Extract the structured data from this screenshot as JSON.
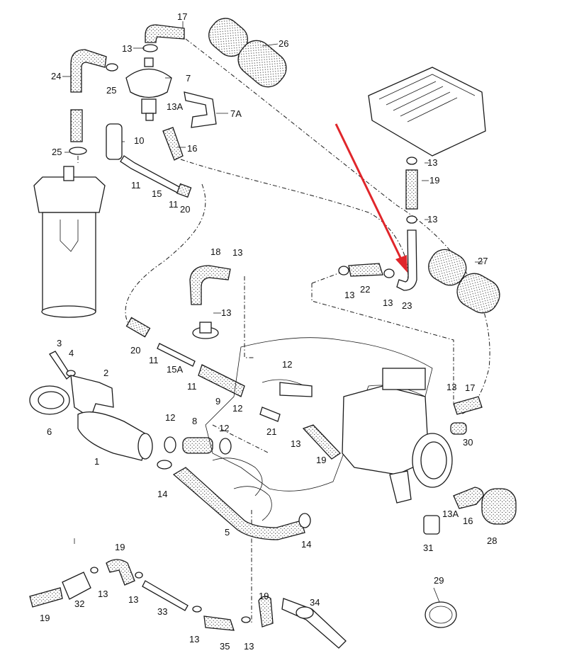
{
  "arrow_color": "#e0262b",
  "callouts": {
    "p1": "1",
    "p2": "2",
    "p3": "3",
    "p4": "4",
    "p5": "5",
    "p6": "6",
    "p7": "7",
    "p7a": "7A",
    "p8": "8",
    "p9": "9",
    "p10": "10",
    "p11a": "11",
    "p11b": "11",
    "p11c": "11",
    "p11d": "11",
    "p12a": "12",
    "p12b": "12",
    "p12c": "12",
    "p12d": "12",
    "p13a": "13",
    "p13b": "13",
    "p13c": "13",
    "p13d": "13",
    "p13e": "13",
    "p13f": "13",
    "p13g": "13",
    "p13h": "13",
    "p13i": "13",
    "p13j": "13",
    "p13k": "13",
    "p13l": "13",
    "p13m": "13",
    "p13a_a": "13A",
    "p13a_b": "13A",
    "p14a": "14",
    "p14b": "14",
    "p15": "15",
    "p15a": "15A",
    "p16a": "16",
    "p16b": "16",
    "p17a": "17",
    "p17b": "17",
    "p18": "18",
    "p19a": "19",
    "p19b": "19",
    "p19c": "19",
    "p19d": "19",
    "p19e": "19",
    "p20a": "20",
    "p20b": "20",
    "p21": "21",
    "p22": "22",
    "p23": "23",
    "p24": "24",
    "p25a": "25",
    "p25b": "25",
    "p26": "26",
    "p27": "27",
    "p28": "28",
    "p29": "29",
    "p30": "30",
    "p31": "31",
    "p32": "32",
    "p33": "33",
    "p34": "34",
    "p35": "35"
  }
}
